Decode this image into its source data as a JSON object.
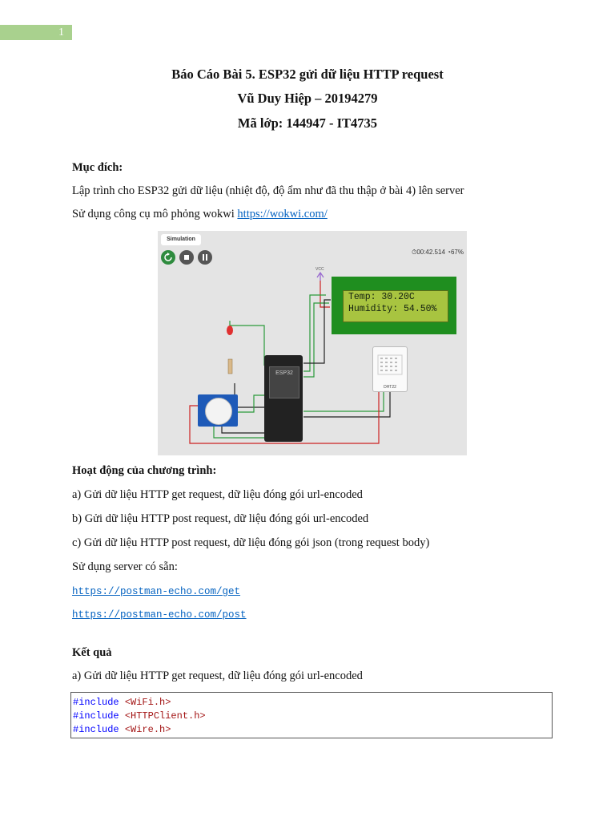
{
  "page_number": "1",
  "header": {
    "title": "Báo Cáo Bài 5. ESP32 gửi dữ liệu HTTP request",
    "author": "Vũ Duy Hiệp – 20194279",
    "class_code": "Mã lớp: 144947 - IT4735"
  },
  "purpose": {
    "heading": "Mục đích:",
    "line1": "Lập trình cho ESP32 gửi dữ liệu (nhiệt độ, độ ẩm như đã thu thập ở bài 4) lên server",
    "line2_prefix": "Sử dụng công cụ mô phỏng wokwi ",
    "line2_link": "https://wokwi.com/"
  },
  "simulation": {
    "tab_label": "Simulation",
    "timer": "00:42.514",
    "speed": "67%",
    "vcc_label": "VCC",
    "lcd_line1": "Temp: 30.20C",
    "lcd_line2": "Humidity: 54.50%",
    "esp_label": "ESP32",
    "dht_label": "DHT22"
  },
  "operation": {
    "heading": "Hoạt động của chương trình:",
    "items": [
      "a) Gửi dữ liệu HTTP get request, dữ liệu đóng gói url-encoded",
      "b) Gửi dữ liệu HTTP post request, dữ liệu đóng gói url-encoded",
      "c) Gửi dữ liệu HTTP post request, dữ liệu đóng gói json (trong request body)"
    ],
    "server_text": "Sử dụng server có sẵn:",
    "server_get": "https://postman-echo.com/get",
    "server_post": "https://postman-echo.com/post"
  },
  "results": {
    "heading": "Kết quả",
    "item_a": "a) Gửi dữ liệu HTTP get request, dữ liệu đóng gói url-encoded",
    "code": [
      {
        "directive": "#include",
        "file": "<WiFi.h>"
      },
      {
        "directive": "#include",
        "file": "<HTTPClient.h>"
      },
      {
        "directive": "#include",
        "file": "<Wire.h>"
      }
    ]
  }
}
